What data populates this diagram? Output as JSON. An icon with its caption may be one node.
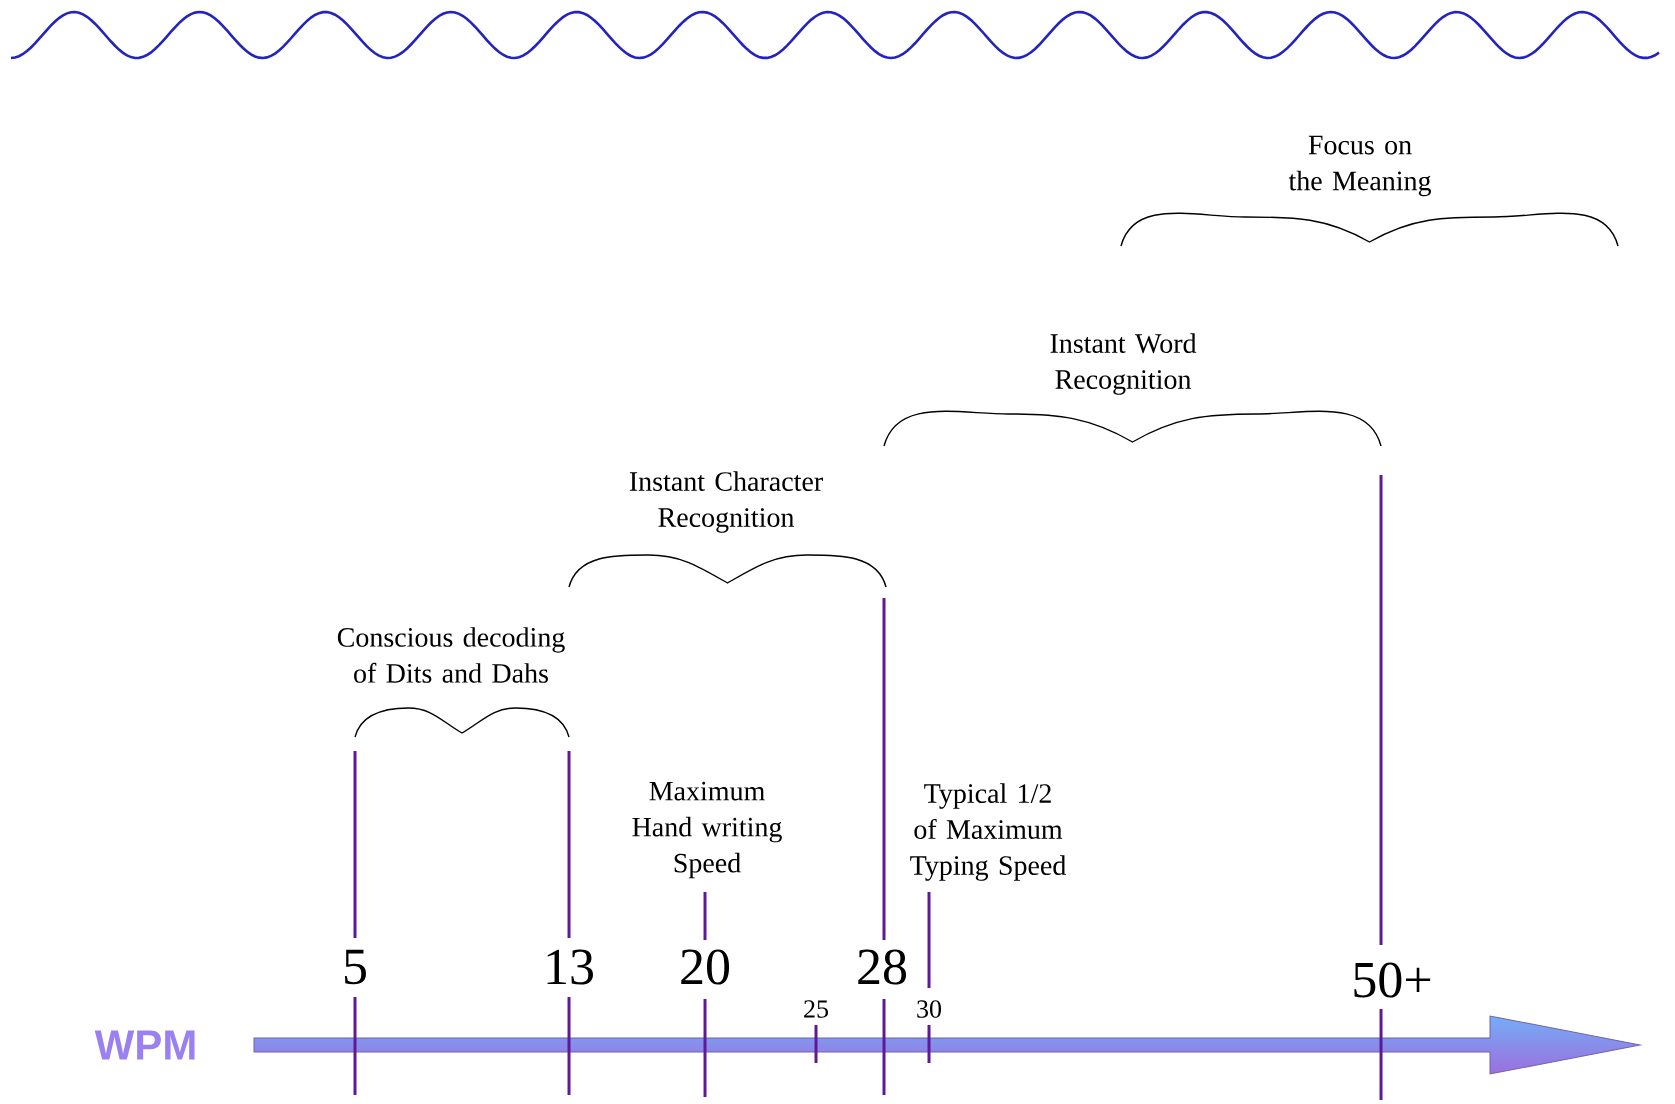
{
  "diagram": {
    "labels": [
      "Focus on the Meaning",
      "Instant Word Recognition",
      "Instant Character Recognition",
      "Conscious decoding of Dits and Dahs",
      "Maximum Hand writing Speed",
      "Typical 1/2 of Maximum Typing Speed",
      "5",
      "13",
      "20",
      "28",
      "50+",
      "25",
      "30",
      "WPM"
    ]
  }
}
